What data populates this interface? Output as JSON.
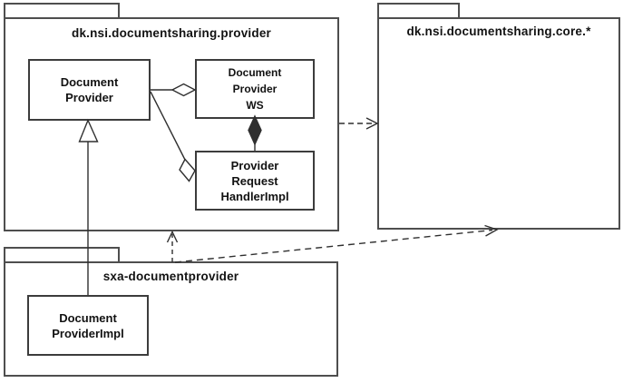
{
  "diagram": {
    "kind": "uml-package-diagram",
    "background_color": "#ffffff",
    "line_color": "#2f2f2f",
    "border_color": "#4e4e4e",
    "text_color": "#121212"
  },
  "packages": [
    {
      "id": "provider",
      "title": "dk.nsi.documentsharing.provider"
    },
    {
      "id": "core",
      "title": "dk.nsi.documentsharing.core.*"
    },
    {
      "id": "sxa",
      "title": "sxa-documentprovider"
    }
  ],
  "classes": [
    {
      "id": "document-provider",
      "package": "provider",
      "lines": [
        "Document",
        "Provider"
      ]
    },
    {
      "id": "document-provider-ws",
      "package": "provider",
      "lines": [
        "Document",
        "Provider",
        "WS"
      ]
    },
    {
      "id": "provider-request-handlerimpl",
      "package": "provider",
      "lines": [
        "Provider",
        "Request",
        "HandlerImpl"
      ]
    },
    {
      "id": "document-providerimpl",
      "package": "sxa",
      "lines": [
        "Document",
        "ProviderImpl"
      ]
    }
  ],
  "relationships": [
    {
      "type": "aggregation",
      "from": "DocumentProvider",
      "to": "DocumentProviderWS",
      "marker": "hollow-diamond",
      "line": "solid"
    },
    {
      "type": "aggregation",
      "from": "DocumentProvider",
      "to": "ProviderRequestHandlerImpl",
      "marker": "hollow-diamond",
      "line": "solid"
    },
    {
      "type": "composition",
      "from": "DocumentProviderWS",
      "to": "ProviderRequestHandlerImpl",
      "marker": "filled-diamond",
      "line": "solid"
    },
    {
      "type": "generalization",
      "from": "DocumentProviderImpl",
      "to": "DocumentProvider",
      "marker": "hollow-triangle",
      "line": "solid"
    },
    {
      "type": "dependency",
      "from": "dk.nsi.documentsharing.provider",
      "to": "dk.nsi.documentsharing.core.*",
      "marker": "open-arrow",
      "line": "dashed"
    },
    {
      "type": "dependency",
      "from": "sxa-documentprovider",
      "to": "dk.nsi.documentsharing.provider",
      "marker": "open-arrow",
      "line": "dashed"
    },
    {
      "type": "dependency",
      "from": "sxa-documentprovider",
      "to": "dk.nsi.documentsharing.core.*",
      "marker": "open-arrow",
      "line": "dashed"
    }
  ]
}
